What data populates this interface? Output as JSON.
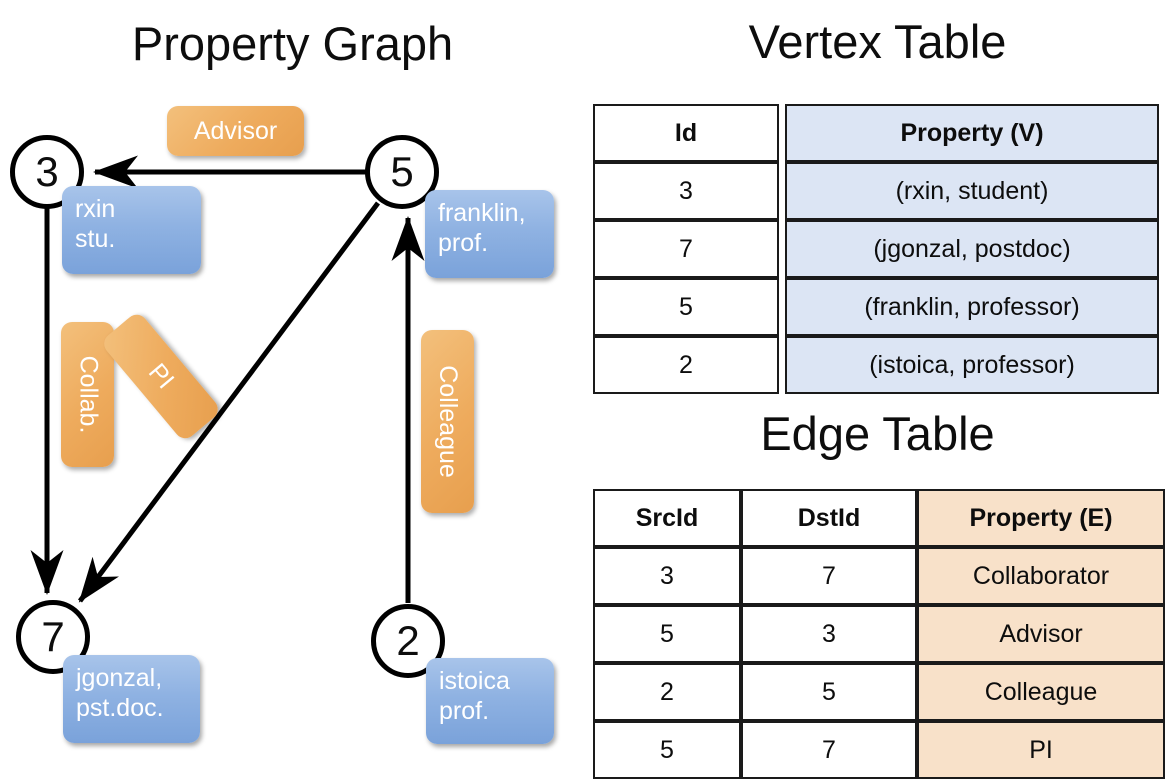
{
  "titles": {
    "property_graph": "Property Graph",
    "vertex_table": "Vertex Table",
    "edge_table": "Edge Table"
  },
  "colors": {
    "node_stroke": "#000000",
    "vertex_property_fill": "#dce5f4",
    "edge_property_fill": "#f8e1c9",
    "property_box_blue": "#8fb2e2",
    "edge_label_orange": "#eeab5d",
    "text": "#0d0d0d"
  },
  "graph": {
    "nodes": [
      {
        "id": "3",
        "property_line1": "rxin",
        "property_line2": "stu."
      },
      {
        "id": "5",
        "property_line1": "franklin,",
        "property_line2": "prof."
      },
      {
        "id": "7",
        "property_line1": "jgonzal,",
        "property_line2": "pst.doc."
      },
      {
        "id": "2",
        "property_line1": "istoica",
        "property_line2": "prof."
      }
    ],
    "edge_labels": {
      "advisor": "Advisor",
      "collab": "Collab.",
      "pi": "PI",
      "colleague": "Colleague"
    },
    "edges": [
      {
        "src": "5",
        "dst": "3",
        "label": "Advisor"
      },
      {
        "src": "3",
        "dst": "7",
        "label": "Collab."
      },
      {
        "src": "5",
        "dst": "7",
        "label": "PI"
      },
      {
        "src": "2",
        "dst": "5",
        "label": "Colleague"
      }
    ]
  },
  "vertex_table": {
    "headers": [
      "Id",
      "Property (V)"
    ],
    "rows": [
      {
        "id": "3",
        "property": "(rxin, student)"
      },
      {
        "id": "7",
        "property": "(jgonzal, postdoc)"
      },
      {
        "id": "5",
        "property": "(franklin, professor)"
      },
      {
        "id": "2",
        "property": "(istoica, professor)"
      }
    ]
  },
  "edge_table": {
    "headers": [
      "SrcId",
      "DstId",
      "Property (E)"
    ],
    "rows": [
      {
        "src": "3",
        "dst": "7",
        "property": "Collaborator"
      },
      {
        "src": "5",
        "dst": "3",
        "property": "Advisor"
      },
      {
        "src": "2",
        "dst": "5",
        "property": "Colleague"
      },
      {
        "src": "5",
        "dst": "7",
        "property": "PI"
      }
    ]
  }
}
